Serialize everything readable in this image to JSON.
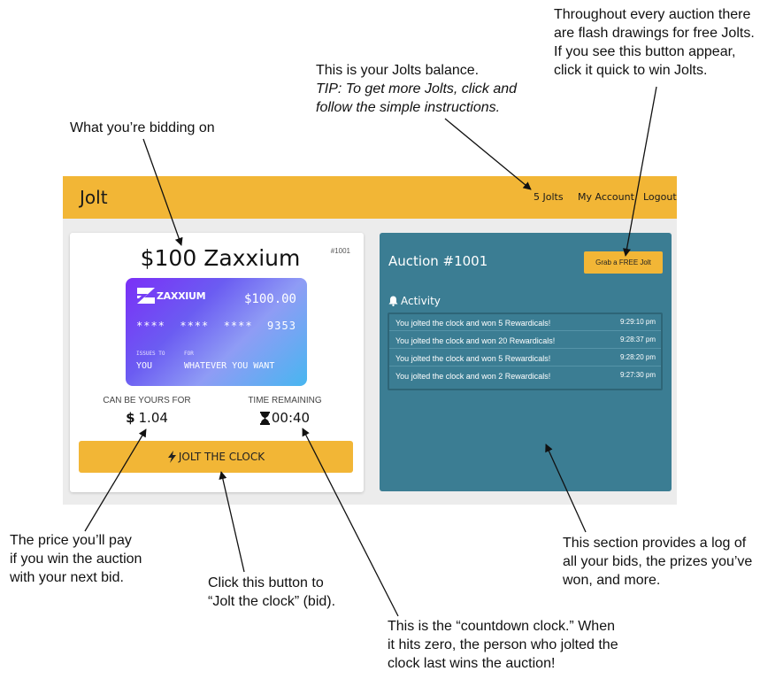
{
  "app": {
    "brand": "Jolt",
    "nav": {
      "balance": "5 Jolts",
      "account": "My Account",
      "logout": "Logout"
    }
  },
  "auction": {
    "title": "$100 Zaxxium",
    "id_small": "#1001",
    "card": {
      "logo_text": "ZAXXIUM",
      "amount": "$100.00",
      "number": "****  ****  ****  9353",
      "issued_to_label": "ISSUES TO",
      "issued_to_value": "YOU",
      "for_label": "FOR",
      "for_value": "WHATEVER YOU WANT"
    },
    "price_label": "CAN BE YOURS FOR",
    "price_symbol": "$",
    "price_value": "1.04",
    "time_label": "TIME REMAINING",
    "time_value": "00:40",
    "jolt_button": "JOLT THE CLOCK"
  },
  "activity_panel": {
    "heading": "Auction #1001",
    "free_button": "Grab a FREE Jolt",
    "activity_heading": "Activity",
    "rows": [
      {
        "message": "You jolted the clock and won 5 Rewardicals!",
        "time": "9:29:10 pm"
      },
      {
        "message": "You jolted the clock and won 20 Rewardicals!",
        "time": "9:28:37 pm"
      },
      {
        "message": "You jolted the clock and won 5 Rewardicals!",
        "time": "9:28:20 pm"
      },
      {
        "message": "You jolted the clock and won 2 Rewardicals!",
        "time": "9:27:30 pm"
      }
    ]
  },
  "annotations": {
    "bidding_on": "What you’re bidding on",
    "balance_1": "This is your Jolts balance.",
    "balance_2": "TIP: To get more Jolts, click and",
    "balance_3": "follow the simple instructions.",
    "flash_1": "Throughout every auction there",
    "flash_2": "are flash drawings for free Jolts.",
    "flash_3": "If you see this button appear,",
    "flash_4": "click it quick to win Jolts.",
    "price_1": "The price you’ll pay",
    "price_2": "if you win the auction",
    "price_3": "with your next bid.",
    "button_1": "Click this button to",
    "button_2": "“Jolt the clock” (bid).",
    "clock_1": "This is the “countdown clock.”  When",
    "clock_2": "it hits zero, the person who jolted the",
    "clock_3": "clock last wins the auction!",
    "log_1": "This section provides a log of",
    "log_2": "all your bids, the prizes you’ve",
    "log_3": "won, and more."
  }
}
